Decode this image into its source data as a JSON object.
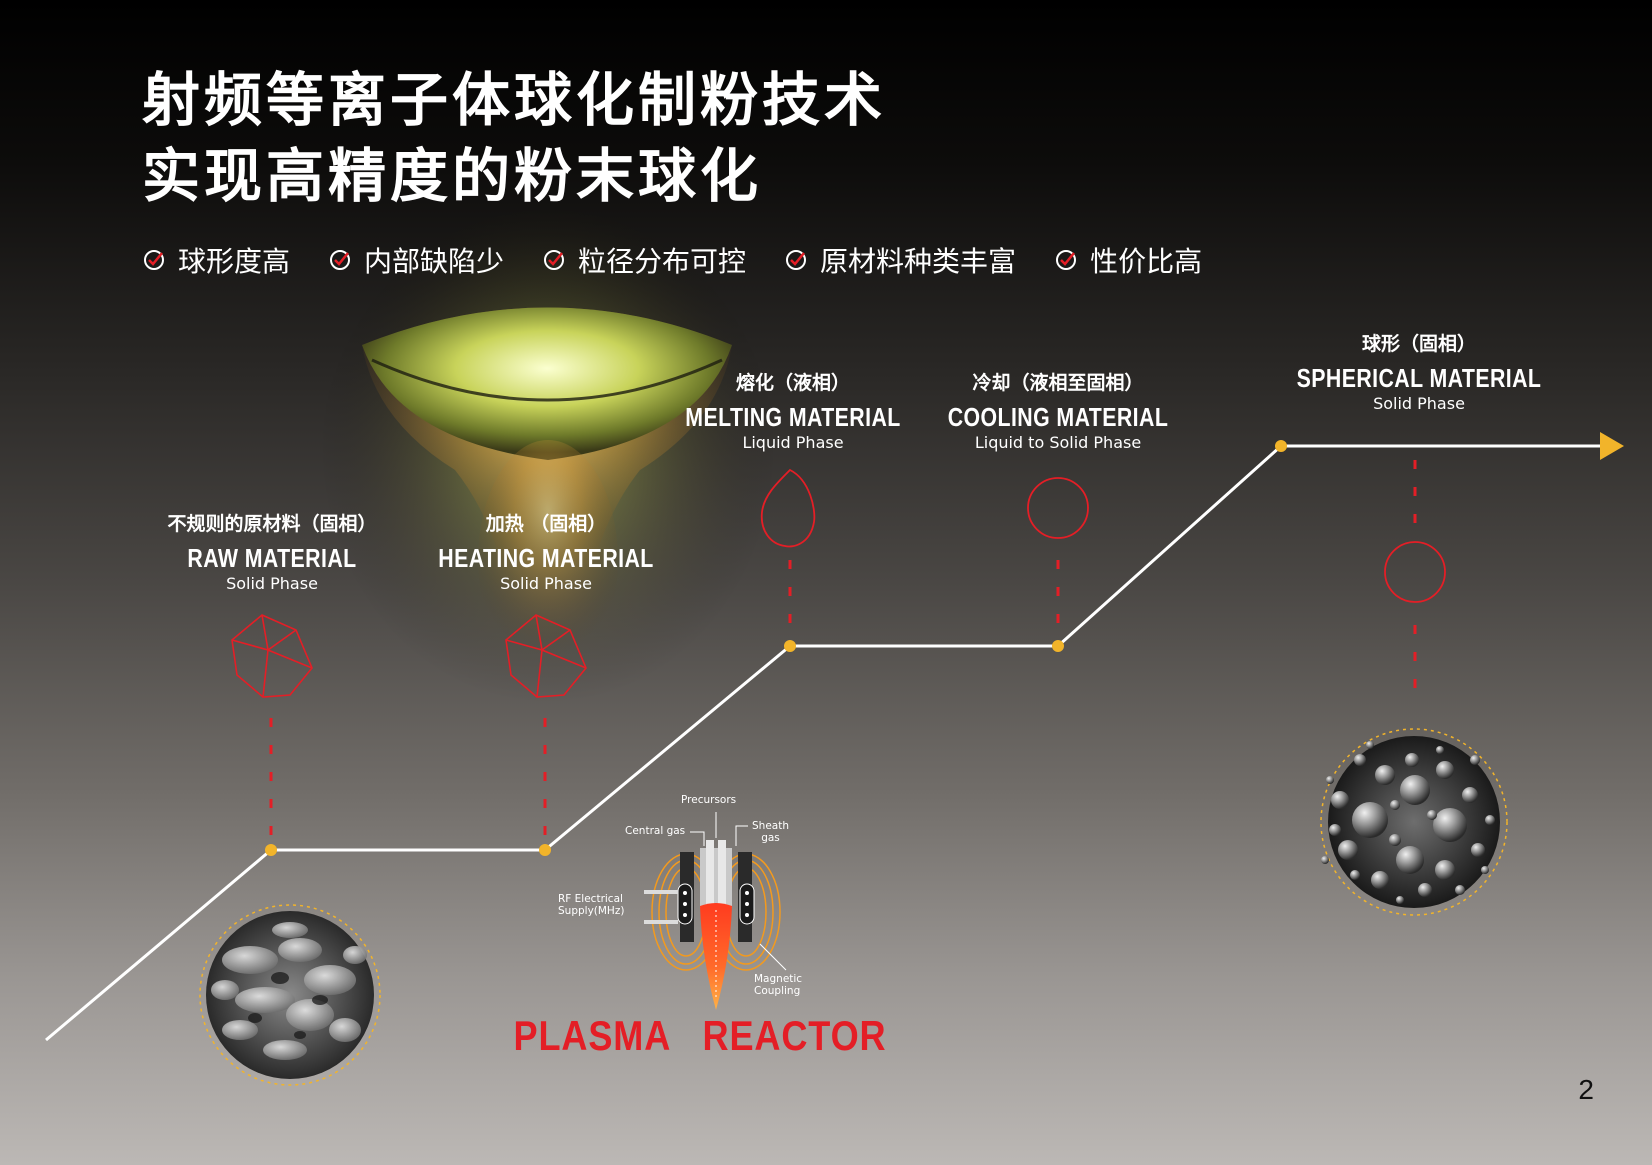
{
  "title": {
    "line1": "射频等离子体球化制粉技术",
    "line2": "实现高精度的粉末球化"
  },
  "features": [
    {
      "label": "球形度高",
      "icon": "check-circle-icon"
    },
    {
      "label": "内部缺陷少",
      "icon": "check-circle-icon"
    },
    {
      "label": "粒径分布可控",
      "icon": "check-circle-icon"
    },
    {
      "label": "原材料种类丰富",
      "icon": "check-circle-icon"
    },
    {
      "label": "性价比高",
      "icon": "check-circle-icon"
    }
  ],
  "stages": [
    {
      "cn": "不规则的原材料（固相）",
      "en": "RAW MATERIAL",
      "phase": "Solid Phase",
      "icon": "polyhedron-icon"
    },
    {
      "cn": "加热 （固相）",
      "en": "HEATING MATERIAL",
      "phase": "Solid Phase",
      "icon": "polyhedron-icon"
    },
    {
      "cn": "熔化（液相）",
      "en": "MELTING MATERIAL",
      "phase": "Liquid Phase",
      "icon": "droplet-icon"
    },
    {
      "cn": "冷却（液相至固相）",
      "en": "COOLING MATERIAL",
      "phase": "Liquid to Solid Phase",
      "icon": "circle-icon"
    },
    {
      "cn": "球形（固相）",
      "en": "SPHERICAL MATERIAL",
      "phase": "Solid Phase",
      "icon": "circle-icon"
    }
  ],
  "reactor": {
    "title": "PLASMA   REACTOR",
    "precursors": "Precursors",
    "central_gas": "Central gas",
    "sheath_line1": "Sheath",
    "sheath_line2": "gas",
    "rf_line1": "RF Electrical",
    "rf_line2": "Supply(MHz)",
    "magnetic_line1": "Magnetic",
    "magnetic_line2": "Coupling"
  },
  "page_number": "2",
  "colors": {
    "accent_red": "#e41e26",
    "node_yellow": "#f2b42a",
    "line_white": "#ffffff"
  }
}
